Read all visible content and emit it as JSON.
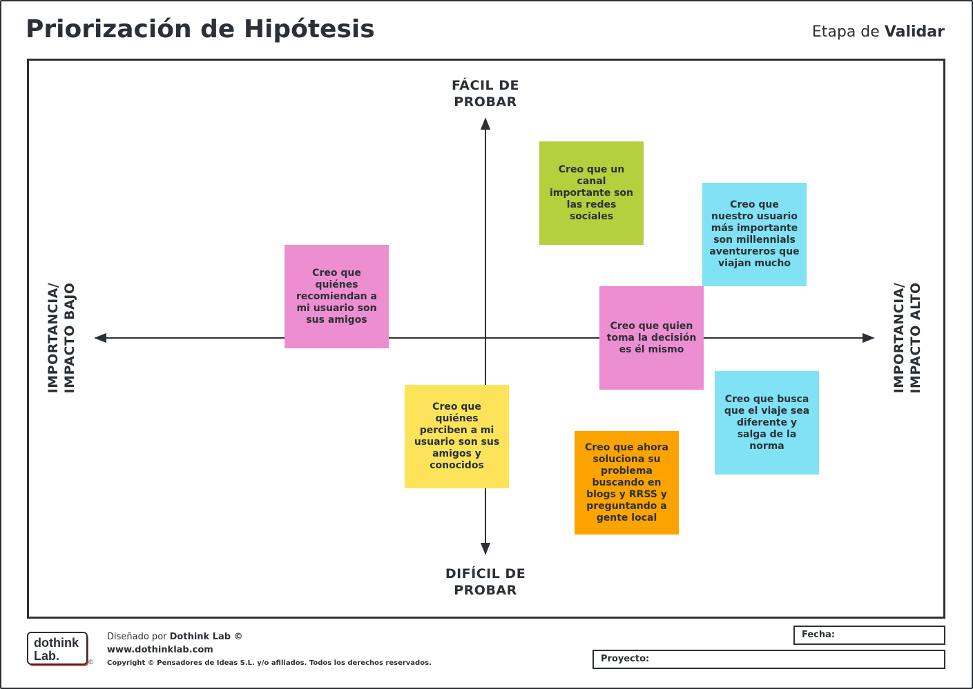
{
  "header": {
    "title": "Priorización de Hipótesis",
    "stage_prefix": "Etapa de",
    "stage_name": "Validar"
  },
  "axes": {
    "top_line1": "FÁCIL DE",
    "top_line2": "PROBAR",
    "bottom_line1": "DIFÍCIL DE",
    "bottom_line2": "PROBAR",
    "left_line1": "IMPORTANCIA/",
    "left_line2": "IMPACTO BAJO",
    "right_line1": "IMPORTANCIA/",
    "right_line2": "IMPACTO ALTO"
  },
  "notes": [
    {
      "text": "Creo que un canal importante son las redes sociales",
      "color": "#b5cf3d"
    },
    {
      "text": "Creo que nuestro usuario más importante son millennials aventureros que viajan mucho",
      "color": "#80e2f4"
    },
    {
      "text": "Creo que quiénes recomiendan a mi usuario son sus amigos",
      "color": "#ec8ed0"
    },
    {
      "text": "Creo que quien toma la decisión es él mismo",
      "color": "#ec8ed0"
    },
    {
      "text": "Creo que busca que el viaje sea diferente y salga de la norma",
      "color": "#80e2f4"
    },
    {
      "text": "Creo que quiénes perciben a mi usuario son sus amigos y conocidos",
      "color": "#fde35a"
    },
    {
      "text": "Creo que ahora soluciona su problema buscando en blogs y RRSS y preguntando a gente local",
      "color": "#fba400"
    }
  ],
  "footer": {
    "logo_line1": "dothink",
    "logo_line2": "Lab.",
    "designed_prefix": "Diseñado por",
    "designed_by": "Dothink Lab ©",
    "website": "www.dothinklab.com",
    "copyright": "Copyright © Pensadores de Ideas S.L. y/o afiliados. Todos los derechos reservados.",
    "date_label": "Fecha:",
    "project_label": "Proyecto:"
  },
  "colors": {
    "ink": "#2b3036",
    "logo_accent": "#e8463e"
  }
}
